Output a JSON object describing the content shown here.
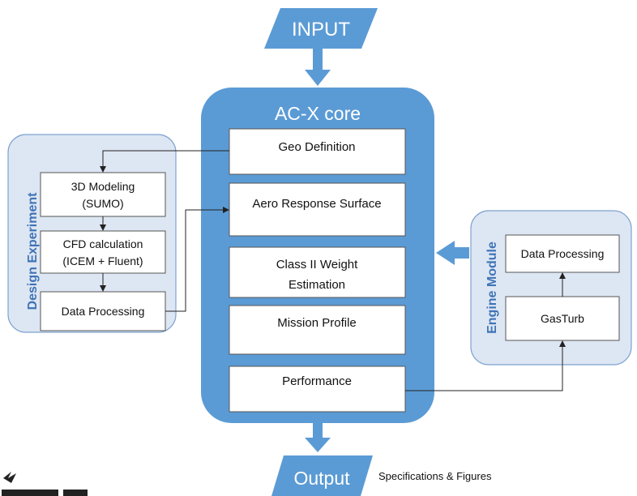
{
  "input_label": "INPUT",
  "output_label": "Output",
  "output_note": "Specifications & Figures",
  "core": {
    "title": "AC-X core",
    "blocks": [
      {
        "lines": [
          "Geo Definition"
        ]
      },
      {
        "lines": [
          "Aero Response Surface"
        ]
      },
      {
        "lines": [
          "Class II Weight",
          "Estimation"
        ]
      },
      {
        "lines": [
          "Mission Profile"
        ]
      },
      {
        "lines": [
          "Performance"
        ]
      }
    ]
  },
  "design_experiment": {
    "title": "Design Experiment",
    "blocks": [
      {
        "lines": [
          "3D Modeling",
          "(SUMO)"
        ]
      },
      {
        "lines": [
          "CFD calculation",
          "(ICEM + Fluent)"
        ]
      },
      {
        "lines": [
          "Data Processing"
        ]
      }
    ]
  },
  "engine_module": {
    "title": "Engine Module",
    "blocks": [
      {
        "lines": [
          "Data Processing"
        ]
      },
      {
        "lines": [
          "GasTurb"
        ]
      }
    ]
  },
  "colors": {
    "core_blue": "#5b9bd5",
    "panel_fill": "#dde6f3",
    "panel_stroke": "#7ea3cf",
    "title_blue": "#3f73b6"
  }
}
